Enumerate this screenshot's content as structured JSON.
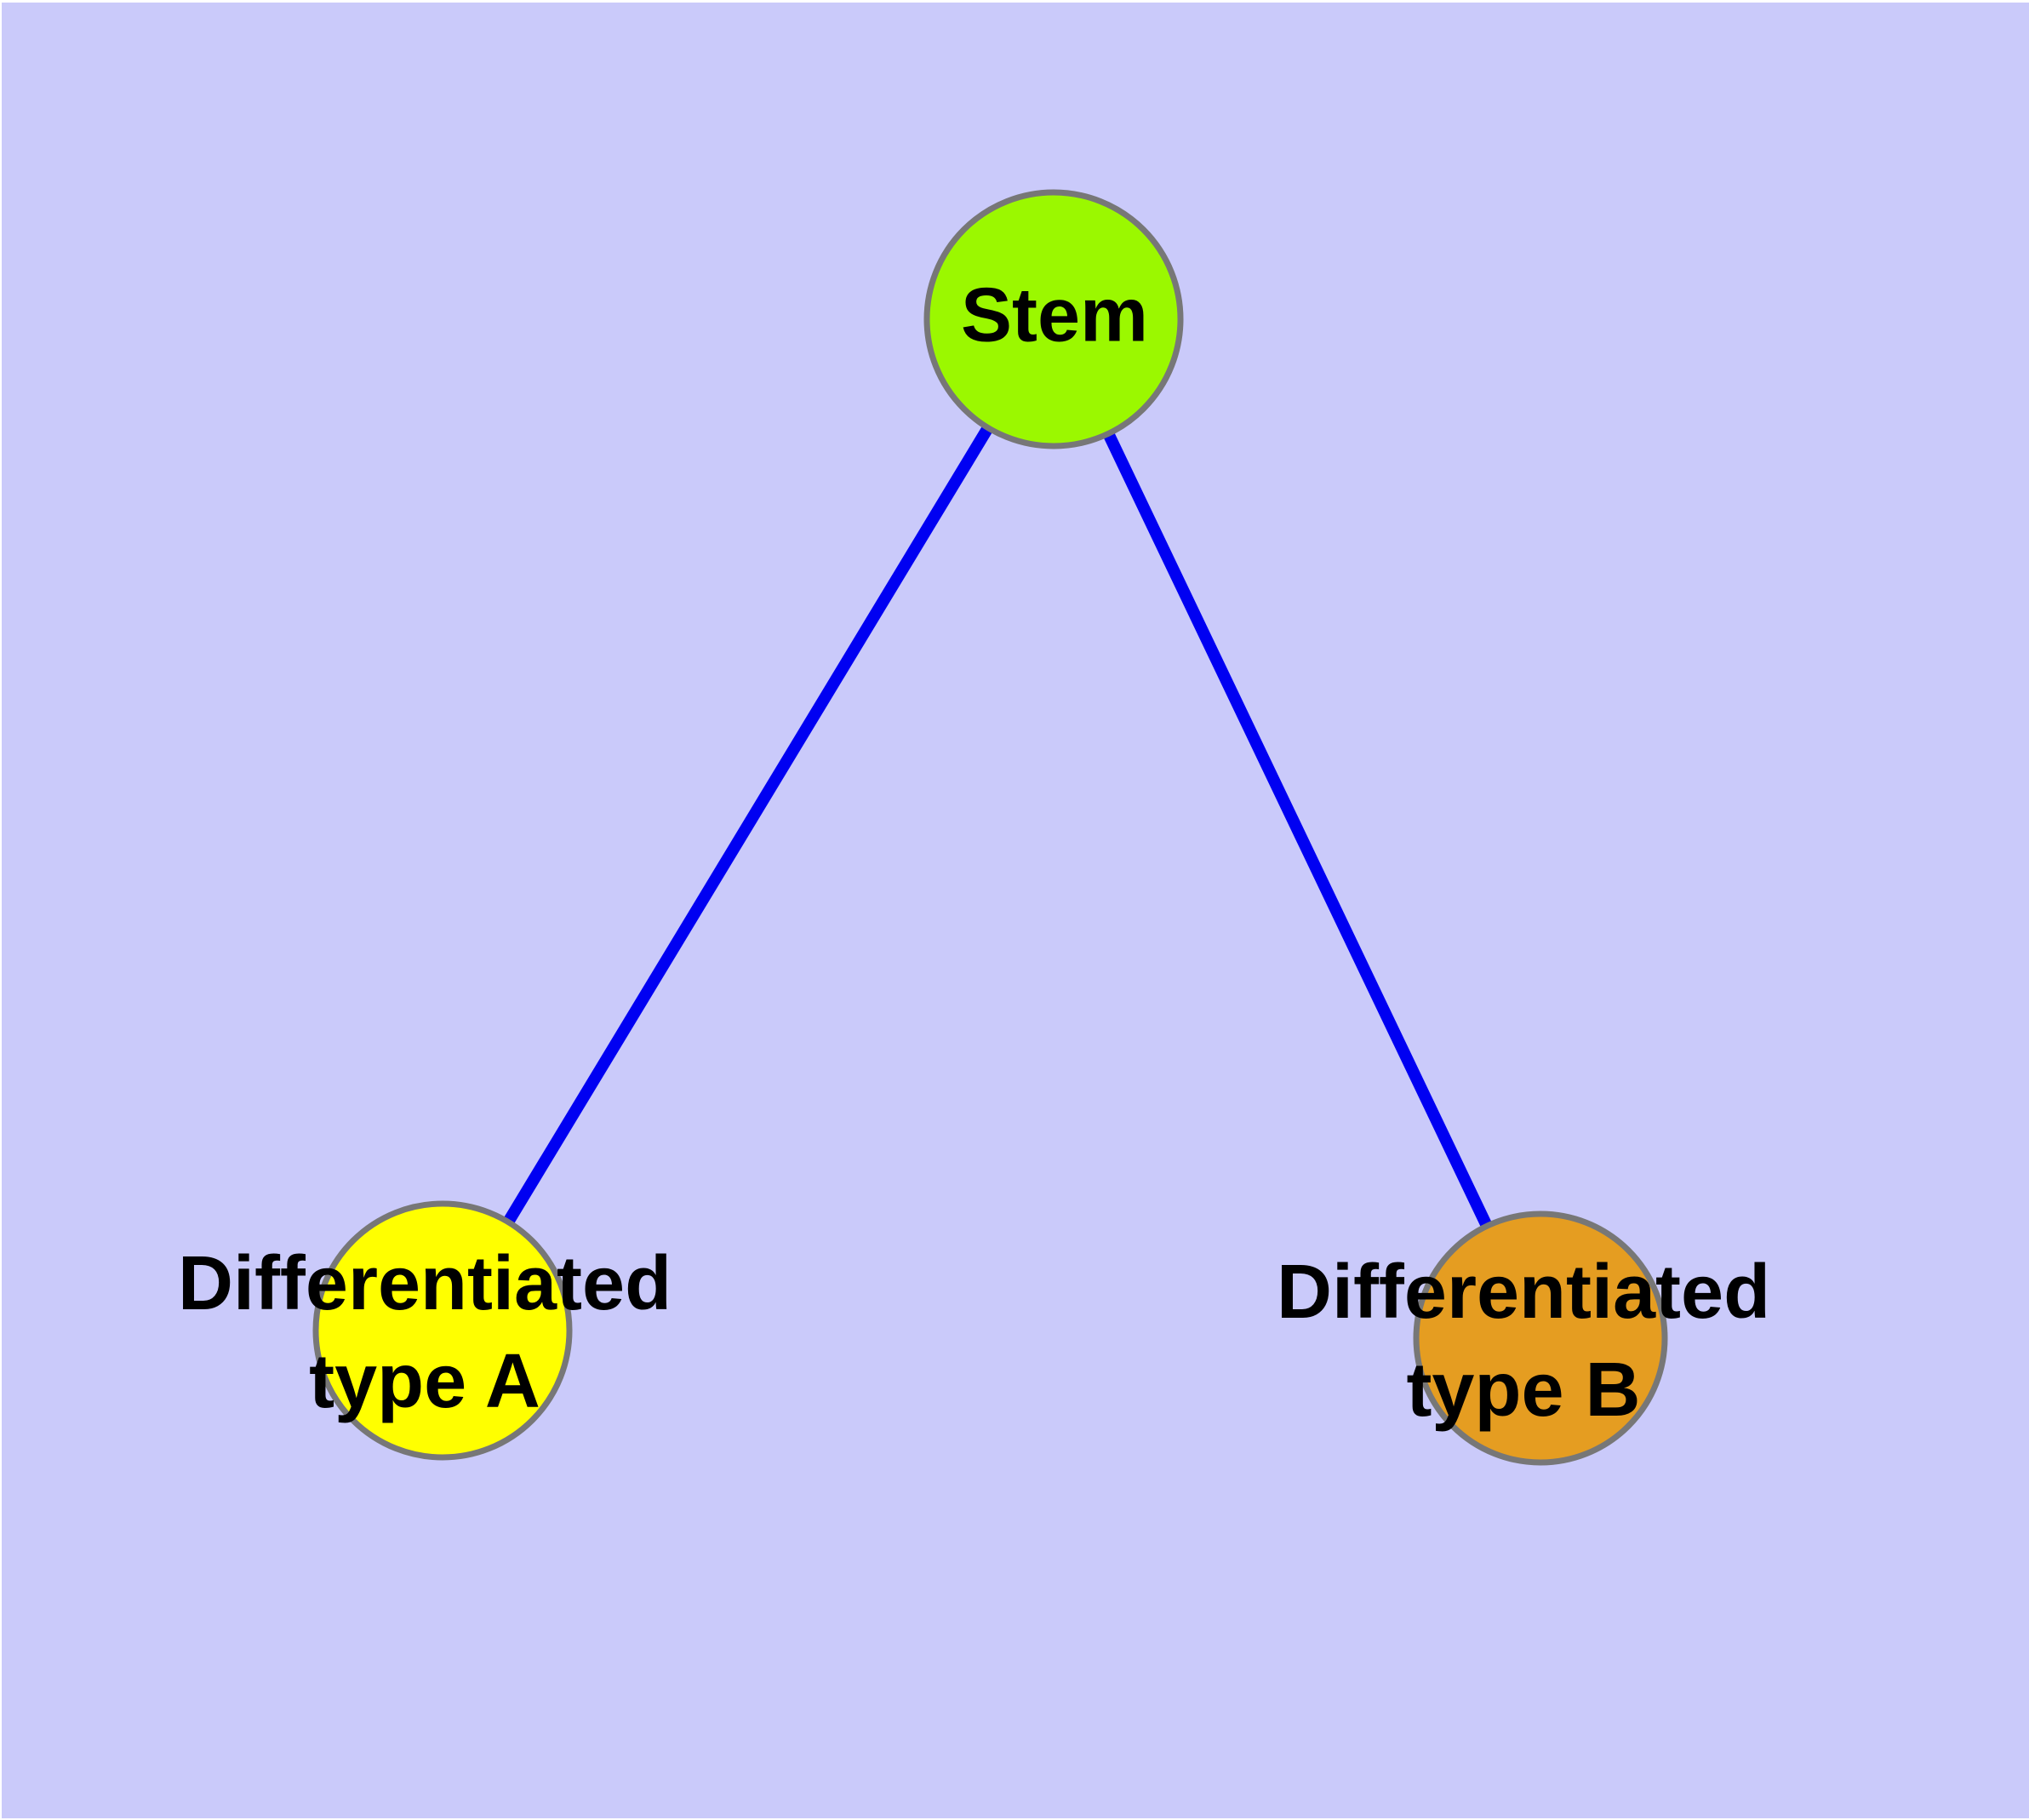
{
  "diagram": {
    "title": "",
    "background_color": "#cacafa",
    "frame_color": "#ffffff",
    "edge_color": "#0000f2",
    "node_border_color": "#777777",
    "nodes": [
      {
        "id": "stem",
        "label": "Stem",
        "fill": "#9bf800"
      },
      {
        "id": "differentiated-type-a",
        "label_line1": "Differentiated",
        "label_line2": "type A",
        "fill": "#ffff00"
      },
      {
        "id": "differentiated-type-b",
        "label_line1": "Differentiated",
        "label_line2": "type B",
        "fill": "#e59d21"
      }
    ],
    "edges": [
      {
        "from": "Stem",
        "to": "Differentiated type A"
      },
      {
        "from": "Stem",
        "to": "Differentiated type B"
      }
    ]
  }
}
